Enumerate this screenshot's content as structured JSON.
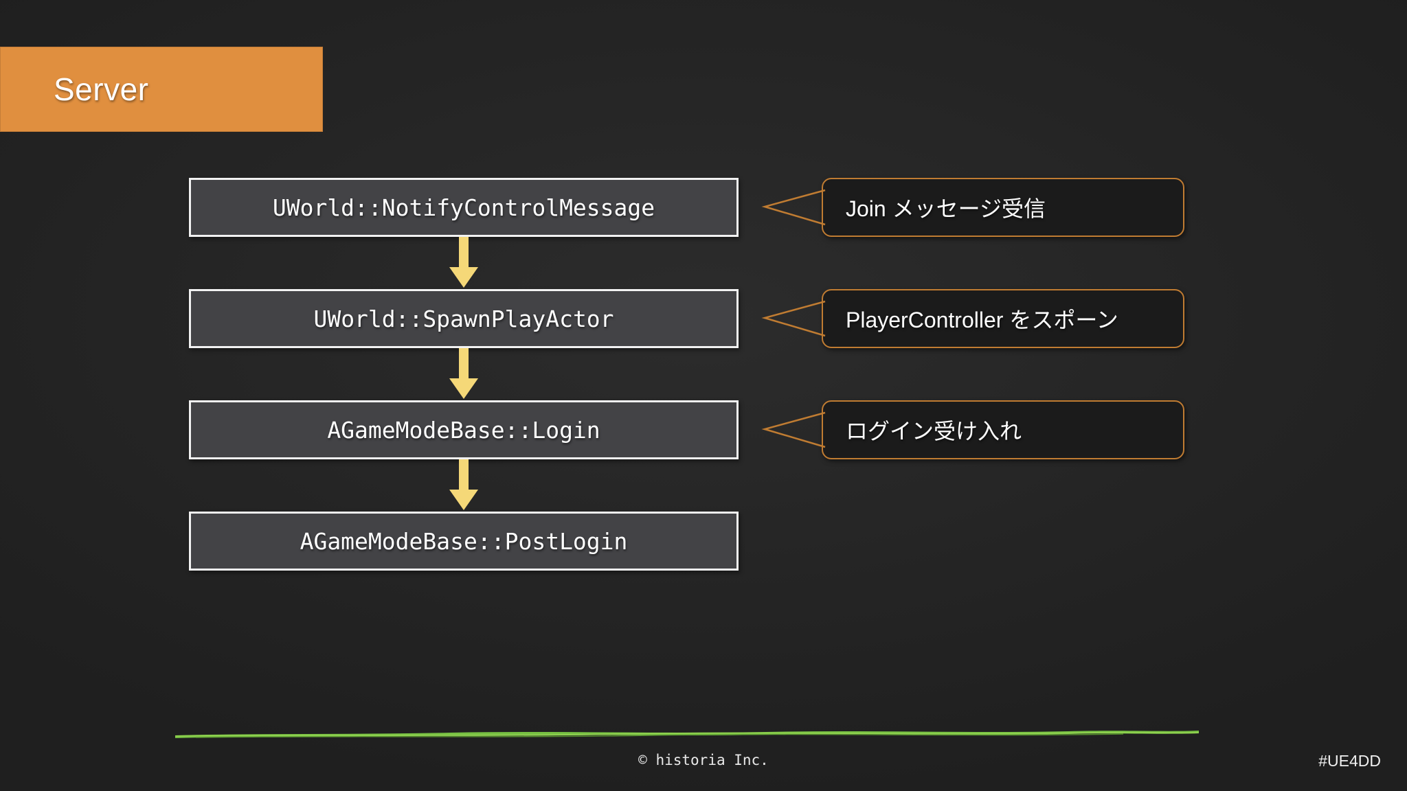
{
  "slide": {
    "background_color": "#262626",
    "accent_color": "#e08f3f",
    "arrow_color": "#f5d878",
    "callout_border_color": "#c07c32",
    "grass_color": "#77c043"
  },
  "header": {
    "title": "Server"
  },
  "flow": {
    "steps": [
      {
        "label": "UWorld::NotifyControlMessage"
      },
      {
        "label": "UWorld::SpawnPlayActor"
      },
      {
        "label": "AGameModeBase::Login"
      },
      {
        "label": "AGameModeBase::PostLogin"
      }
    ],
    "connectors": [
      {
        "direction": "down"
      },
      {
        "direction": "down"
      },
      {
        "direction": "down"
      }
    ]
  },
  "callouts": [
    {
      "label": "Join メッセージ受信"
    },
    {
      "label": "PlayerController をスポーン"
    },
    {
      "label": "ログイン受け入れ"
    }
  ],
  "footer": {
    "copyright": "© historia Inc.",
    "hashtag": "#UE4DD"
  }
}
